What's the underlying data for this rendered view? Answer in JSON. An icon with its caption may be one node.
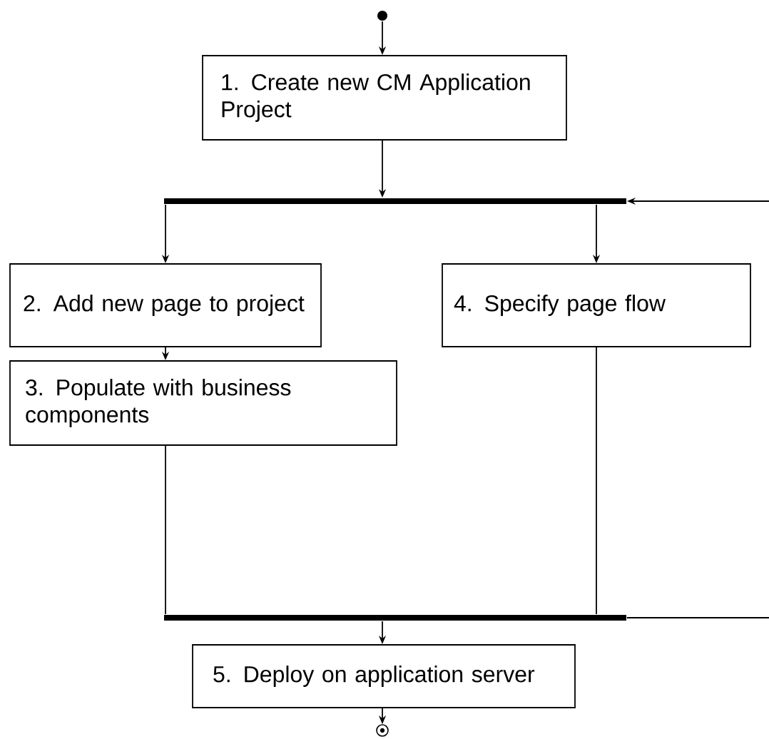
{
  "diagram": {
    "nodes": [
      {
        "text": [],
        "shape": "circle"
      },
      {
        "text": [
          "1. Create new CM Application Project"
        ]
      },
      {
        "text": [],
        "shape": "bar"
      },
      {
        "text": [
          "2. Add new page to project"
        ]
      },
      {
        "text": [
          "4. Specify page flow"
        ]
      },
      {
        "text": [
          "3. Populate with business components"
        ]
      },
      {
        "text": [],
        "shape": "bar"
      },
      {
        "text": [
          "5. Deploy on application server"
        ]
      },
      {
        "text": [],
        "shape": "bullseye"
      }
    ],
    "edges": [
      {
        "from": 0,
        "to": 1,
        "arrow": "to"
      },
      {
        "from": 1,
        "to": 2,
        "arrow": "to"
      },
      {
        "from": 2,
        "to": 3,
        "arrow": "to"
      },
      {
        "from": 2,
        "to": 4,
        "arrow": "to"
      },
      {
        "from": 3,
        "to": 5,
        "arrow": "to"
      },
      {
        "from": 5,
        "to": 6,
        "arrow": "none"
      },
      {
        "from": 4,
        "to": 6,
        "arrow": "none"
      },
      {
        "from": 6,
        "to": 7,
        "arrow": "to"
      },
      {
        "from": 7,
        "to": 8,
        "arrow": "to"
      },
      {
        "from": 6,
        "to": null,
        "arrow": "none"
      },
      {
        "from": null,
        "to": 2,
        "arrow": "to"
      }
    ]
  }
}
